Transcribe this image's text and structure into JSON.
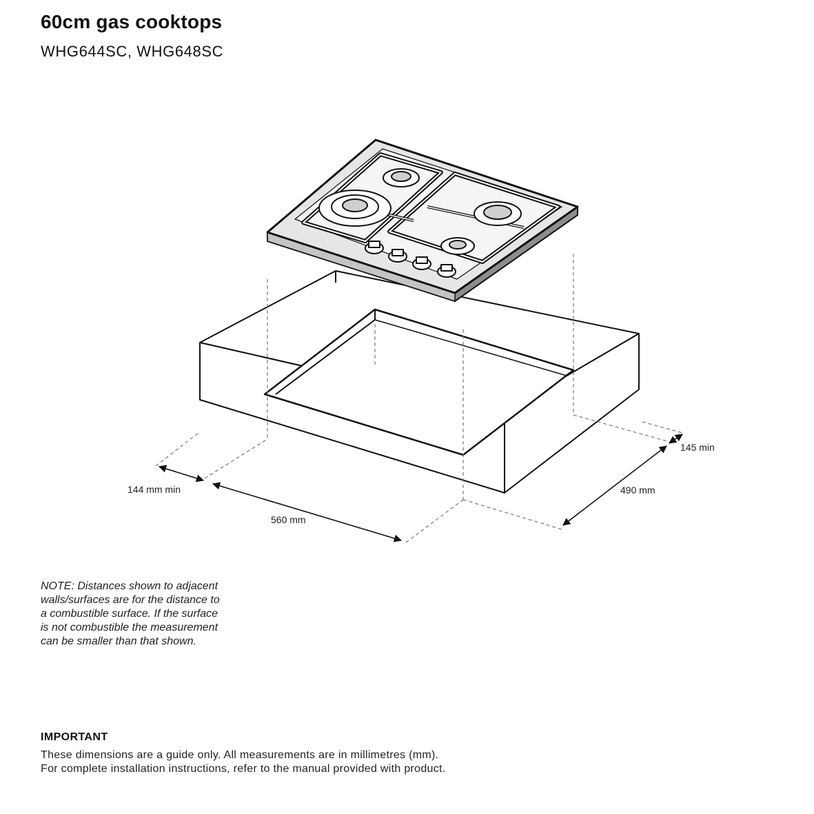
{
  "header": {
    "title": "60cm gas cooktops",
    "models": "WHG644SC, WHG648SC"
  },
  "diagram": {
    "dimensions": {
      "front_clearance": "144 mm min",
      "cutout_width": "560 mm",
      "cutout_depth": "490 mm",
      "rear_clearance": "145 min"
    }
  },
  "note": {
    "lines": [
      "NOTE: Distances shown to adjacent",
      "walls/surfaces are for the distance to",
      "a combustible surface. If the surface",
      "is not combustible the measurement",
      "can be smaller than that shown."
    ]
  },
  "important": {
    "heading": "IMPORTANT",
    "line1": "These dimensions are a guide only. All measurements are in millimetres (mm).",
    "line2": "For complete installation instructions, refer to the manual provided with product."
  }
}
